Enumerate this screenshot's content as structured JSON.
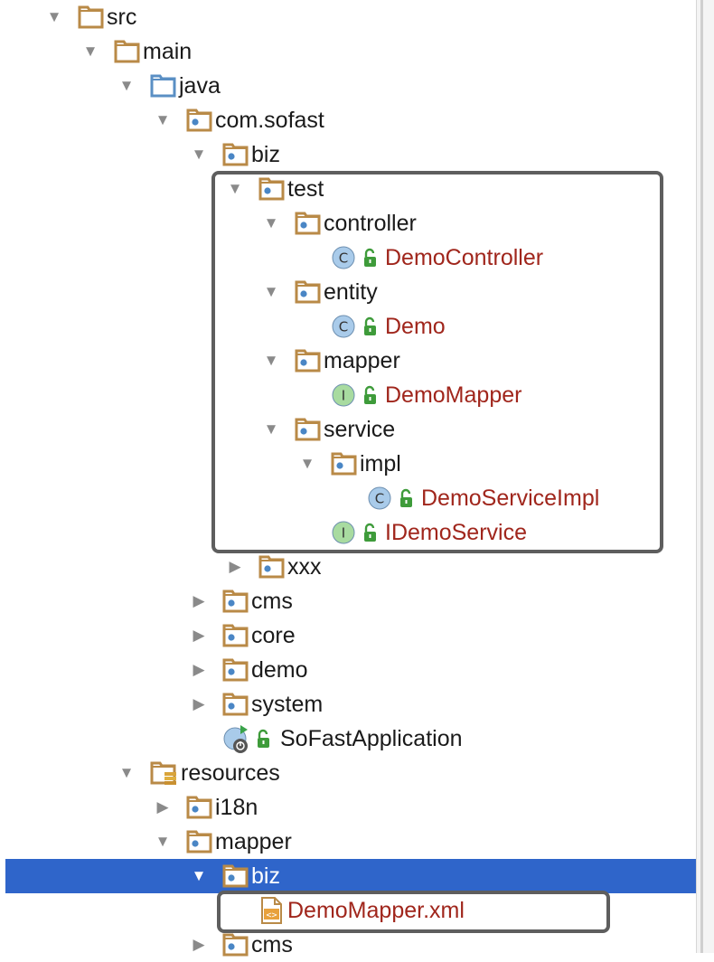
{
  "theme": {
    "selection": "#2f65ca",
    "class_label": "#a0261c",
    "text": "#1a1a1a",
    "outline": "#5e5e5e",
    "folder": "#b98a47",
    "package_dot": "#4a86c5",
    "class_badge": "#a9cbea",
    "interface_badge": "#a8dba0",
    "lock": "#3e9b3a"
  },
  "tree": {
    "rows": [
      {
        "label": "src",
        "depth": 0,
        "kind": "folder",
        "arrow": "down"
      },
      {
        "label": "main",
        "depth": 1,
        "kind": "folder",
        "arrow": "down"
      },
      {
        "label": "java",
        "depth": 2,
        "kind": "source-folder",
        "arrow": "down"
      },
      {
        "label": "com.sofast",
        "depth": 3,
        "kind": "package",
        "arrow": "down"
      },
      {
        "label": "biz",
        "depth": 4,
        "kind": "package",
        "arrow": "down"
      },
      {
        "label": "test",
        "depth": 5,
        "kind": "package",
        "arrow": "down"
      },
      {
        "label": "controller",
        "depth": 6,
        "kind": "package",
        "arrow": "down"
      },
      {
        "label": "DemoController",
        "depth": 7,
        "kind": "class",
        "arrow": "none"
      },
      {
        "label": "entity",
        "depth": 6,
        "kind": "package",
        "arrow": "down"
      },
      {
        "label": "Demo",
        "depth": 7,
        "kind": "class",
        "arrow": "none"
      },
      {
        "label": "mapper",
        "depth": 6,
        "kind": "package",
        "arrow": "down"
      },
      {
        "label": "DemoMapper",
        "depth": 7,
        "kind": "interface",
        "arrow": "none"
      },
      {
        "label": "service",
        "depth": 6,
        "kind": "package",
        "arrow": "down"
      },
      {
        "label": "impl",
        "depth": 7,
        "kind": "package",
        "arrow": "down"
      },
      {
        "label": "DemoServiceImpl",
        "depth": 8,
        "kind": "class",
        "arrow": "none"
      },
      {
        "label": "IDemoService",
        "depth": 7,
        "kind": "interface",
        "arrow": "none"
      },
      {
        "label": "xxx",
        "depth": 5,
        "kind": "package",
        "arrow": "right"
      },
      {
        "label": "cms",
        "depth": 4,
        "kind": "package",
        "arrow": "right"
      },
      {
        "label": "core",
        "depth": 4,
        "kind": "package",
        "arrow": "right"
      },
      {
        "label": "demo",
        "depth": 4,
        "kind": "package",
        "arrow": "right"
      },
      {
        "label": "system",
        "depth": 4,
        "kind": "package",
        "arrow": "right"
      },
      {
        "label": "SoFastApplication",
        "depth": 4,
        "kind": "app-class",
        "arrow": "none"
      },
      {
        "label": "resources",
        "depth": 2,
        "kind": "resources-folder",
        "arrow": "down"
      },
      {
        "label": "i18n",
        "depth": 3,
        "kind": "package",
        "arrow": "right"
      },
      {
        "label": "mapper",
        "depth": 3,
        "kind": "package",
        "arrow": "down"
      },
      {
        "label": "biz",
        "depth": 4,
        "kind": "package",
        "arrow": "down",
        "selected": true
      },
      {
        "label": "DemoMapper.xml",
        "depth": 5,
        "kind": "xml-file",
        "arrow": "none"
      },
      {
        "label": "cms",
        "depth": 4,
        "kind": "package",
        "arrow": "right"
      }
    ]
  }
}
